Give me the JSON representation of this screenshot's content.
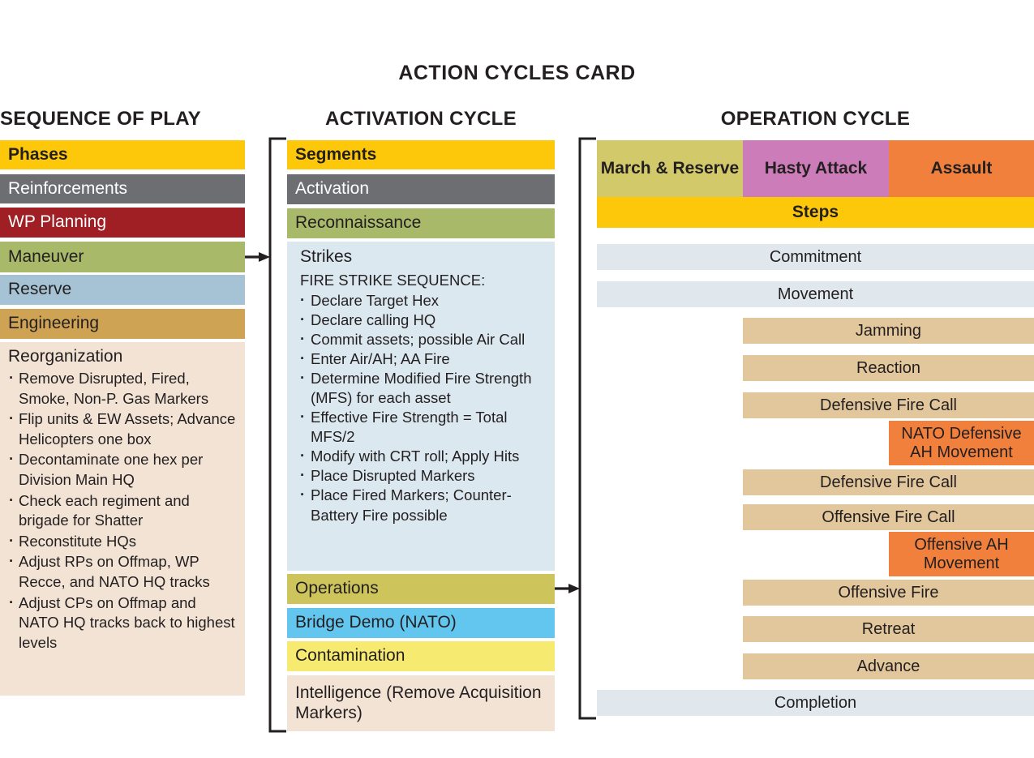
{
  "card": {
    "title": "ACTION CYCLES CARD"
  },
  "columns": {
    "sequence": {
      "heading": "SEQUENCE OF PLAY"
    },
    "activation": {
      "heading": "ACTIVATION CYCLE"
    },
    "operation": {
      "heading": "OPERATION CYCLE"
    }
  },
  "colors": {
    "gold": "#fdc80a",
    "gray": "#6d6e71",
    "darkred": "#a01f25",
    "olive": "#a8b96a",
    "steelblue": "#a5c3d4",
    "tan": "#cfa354",
    "cream": "#f2e3d5",
    "paleblue": "#dbe8f0",
    "khaki": "#cec45c",
    "skyblue": "#63c6ef",
    "lemon": "#f6ea70",
    "marchreserve": "#d2c96b",
    "hastyattack": "#cc7cb9",
    "assault": "#f0803c",
    "steprow": "#e0e8ee",
    "stepbar": "#e2c79c",
    "ahbar": "#f0803c"
  },
  "sequence_of_play": {
    "header": "Phases",
    "phases": [
      {
        "label": "Reinforcements",
        "color": "#6d6e71",
        "text": "#ffffff"
      },
      {
        "label": "WP Planning",
        "color": "#a01f25",
        "text": "#ffffff"
      },
      {
        "label": "Maneuver",
        "color": "#a8b96a",
        "text": "#231f20"
      },
      {
        "label": "Reserve",
        "color": "#a5c3d4",
        "text": "#231f20"
      },
      {
        "label": "Engineering",
        "color": "#cfa354",
        "text": "#231f20"
      }
    ],
    "reorganization": {
      "title": "Reorganization",
      "bullets": [
        "Remove Disrupted, Fired, Smoke, Non-P. Gas Markers",
        "Flip units & EW Assets; Advance Helicopters one box",
        "Decontaminate one hex per Division Main HQ",
        "Check each regiment and brigade for Shatter",
        "Reconstitute HQs",
        "Adjust RPs on Offmap, WP Recce, and NATO HQ tracks",
        "Adjust CPs on Offmap and NATO HQ tracks back to highest levels"
      ]
    }
  },
  "activation_cycle": {
    "header": "Segments",
    "segments_top": [
      {
        "label": "Activation",
        "color": "#6d6e71",
        "text": "#ffffff"
      },
      {
        "label": "Reconnaissance",
        "color": "#a8b96a",
        "text": "#231f20"
      }
    ],
    "strikes": {
      "title": "Strikes",
      "subtitle": "FIRE STRIKE SEQUENCE:",
      "bullets": [
        "Declare Target Hex",
        "Declare calling HQ",
        "Commit assets; possible Air Call",
        "Enter Air/AH; AA Fire",
        "Determine Modified Fire Strength (MFS) for each asset",
        "Effective Fire Strength = Total MFS/2",
        "Modify with CRT roll; Apply Hits",
        "Place Disrupted Markers",
        "Place Fired Markers; Counter-Battery Fire possible"
      ]
    },
    "segments_bottom": [
      {
        "label": "Operations",
        "color": "#cec45c",
        "text": "#231f20"
      },
      {
        "label": "Bridge Demo (NATO)",
        "color": "#63c6ef",
        "text": "#231f20"
      },
      {
        "label": "Contamination",
        "color": "#f6ea70",
        "text": "#231f20"
      }
    ],
    "intelligence": "Intelligence (Remove Acquisition Markers)"
  },
  "operation_cycle": {
    "op_headers": [
      {
        "label": "March & Reserve",
        "color": "#d2c96b"
      },
      {
        "label": "Hasty Attack",
        "color": "#cc7cb9"
      },
      {
        "label": "Assault",
        "color": "#f0803c"
      }
    ],
    "steps_header": "Steps",
    "steps": [
      {
        "label": "Commitment",
        "span": "all",
        "color": "#e0e8ee"
      },
      {
        "label": "Movement",
        "span": "all",
        "color": "#e0e8ee"
      },
      {
        "label": "Jamming",
        "span": "hasty",
        "color": "#e2c79c"
      },
      {
        "label": "Reaction",
        "span": "hasty",
        "color": "#e2c79c"
      },
      {
        "label": "Defensive Fire Call",
        "span": "hasty",
        "color": "#e2c79c"
      },
      {
        "label": "NATO Defensive AH Movement",
        "span": "assault",
        "color": "#f0803c"
      },
      {
        "label": "Defensive Fire Call",
        "span": "hasty",
        "color": "#e2c79c"
      },
      {
        "label": "Offensive Fire Call",
        "span": "hasty",
        "color": "#e2c79c"
      },
      {
        "label": "Offensive AH Movement",
        "span": "assault",
        "color": "#f0803c"
      },
      {
        "label": "Offensive Fire",
        "span": "hasty",
        "color": "#e2c79c"
      },
      {
        "label": "Retreat",
        "span": "hasty",
        "color": "#e2c79c"
      },
      {
        "label": "Advance",
        "span": "hasty",
        "color": "#e2c79c"
      },
      {
        "label": "Completion",
        "span": "all",
        "color": "#e0e8ee"
      }
    ]
  }
}
